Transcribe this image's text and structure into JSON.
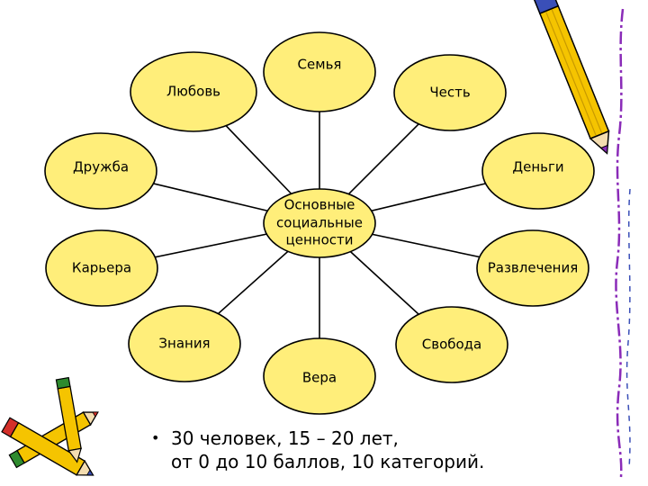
{
  "diagram": {
    "center": {
      "lines": [
        "Основные",
        "социальные",
        "ценности"
      ]
    },
    "nodes": [
      {
        "id": "family",
        "label": "Семья"
      },
      {
        "id": "love",
        "label": "Любовь"
      },
      {
        "id": "honor",
        "label": "Честь"
      },
      {
        "id": "friendship",
        "label": "Дружба"
      },
      {
        "id": "money",
        "label": "Деньги"
      },
      {
        "id": "career",
        "label": "Карьера"
      },
      {
        "id": "entertainment",
        "label": "Развлечения"
      },
      {
        "id": "knowledge",
        "label": "Знания"
      },
      {
        "id": "freedom",
        "label": "Свобода"
      },
      {
        "id": "faith",
        "label": "Вера"
      }
    ]
  },
  "footer": {
    "bullet": "•",
    "line1": "30 человек, 15 – 20 лет,",
    "line2": "от 0 до 10 баллов, 10 категорий."
  },
  "colors": {
    "ellipse_fill": "#FFEE7A",
    "outline": "#000000",
    "pencil_yellow": "#F5C400",
    "pencil_blue": "#3A4FB8",
    "pencil_red": "#D4302A",
    "pencil_green": "#2E8B2E",
    "pencil_purple": "#8A2BB8"
  },
  "icons": [
    "pencil-icon",
    "pencils-icon",
    "decorative-border"
  ]
}
